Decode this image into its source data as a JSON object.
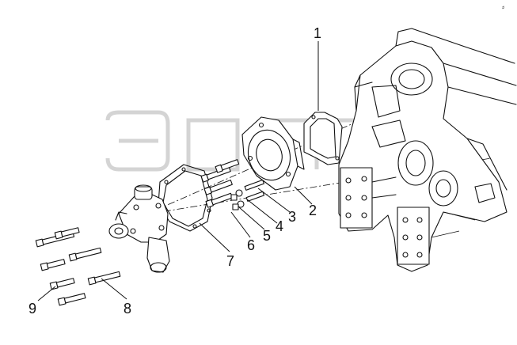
{
  "figure": {
    "kind": "exploded-parts-diagram",
    "callouts": [
      {
        "id": "1",
        "label": "1"
      },
      {
        "id": "2",
        "label": "2"
      },
      {
        "id": "3",
        "label": "3"
      },
      {
        "id": "4",
        "label": "4"
      },
      {
        "id": "5",
        "label": "5"
      },
      {
        "id": "6",
        "label": "6"
      },
      {
        "id": "7",
        "label": "7"
      },
      {
        "id": "8",
        "label": "8"
      },
      {
        "id": "9",
        "label": "9"
      }
    ],
    "corner_mark": "⸗"
  },
  "colors": {
    "line": "#111111",
    "background": "#ffffff",
    "watermark": "#c9c9c9"
  }
}
